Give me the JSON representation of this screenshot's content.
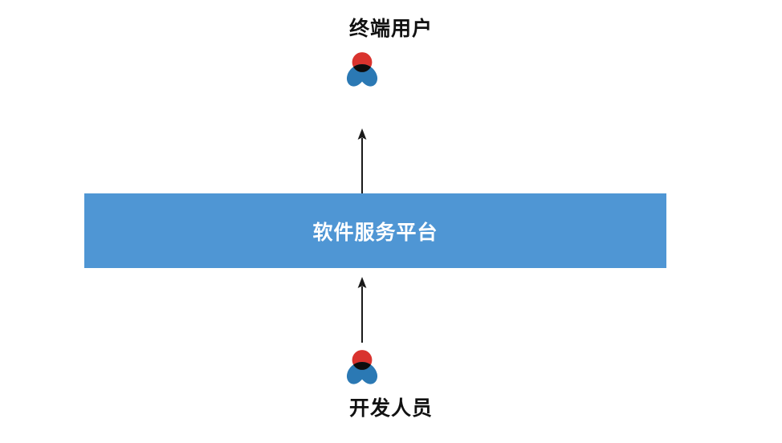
{
  "diagram": {
    "title_text": "",
    "background_color": "#ffffff",
    "nodes": [
      {
        "id": "end-user",
        "label": "终端用户",
        "icon": "person-icon",
        "label_color": "#111111"
      },
      {
        "id": "platform",
        "label": "软件服务平台",
        "shape": "rectangle",
        "fill_color": "#4f96d4",
        "label_color": "#ffffff"
      },
      {
        "id": "developer",
        "label": "开发人员",
        "icon": "person-icon",
        "label_color": "#111111"
      }
    ],
    "edges": [
      {
        "id": "platform-to-user",
        "from": "platform",
        "to": "end-user",
        "direction": "up",
        "label": "",
        "color": "#1a1a1a"
      },
      {
        "id": "developer-to-platform",
        "from": "developer",
        "to": "platform",
        "direction": "up",
        "label": "",
        "color": "#1a1a1a"
      }
    ],
    "icon_colors": {
      "head": "#d9332e",
      "body": "#2b79b4",
      "overlap": "#0d0d0d"
    }
  }
}
